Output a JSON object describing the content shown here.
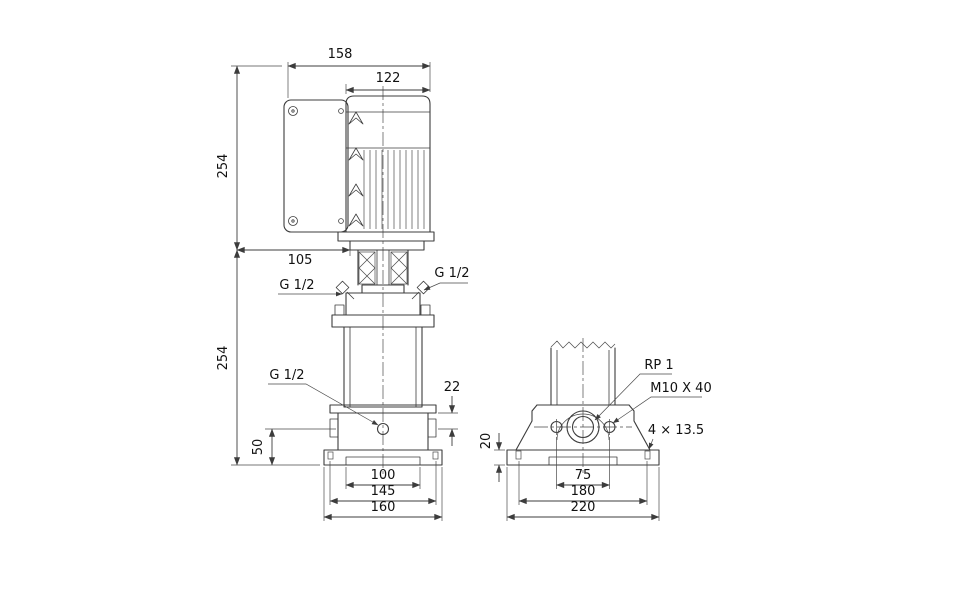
{
  "drawing_title": "Pump dimensional drawing",
  "front": {
    "dim_158": "158",
    "dim_122": "122",
    "dim_254_motor": "254",
    "dim_105": "105",
    "dim_254_pump": "254",
    "port_top_left": "G 1/2",
    "port_top_right": "G 1/2",
    "port_drain": "G 1/2",
    "dim_22": "22",
    "dim_50": "50",
    "dim_100": "100",
    "dim_145": "145",
    "dim_160": "160"
  },
  "base": {
    "port_inlet": "RP 1",
    "bolt_spec": "M10 X 40",
    "hole_spec": "4 × 13.5",
    "dim_20": "20",
    "dim_75": "75",
    "dim_180": "180",
    "dim_220": "220"
  },
  "colors": {
    "line": "#3c3c3c",
    "text": "#111111",
    "background": "#ffffff"
  }
}
